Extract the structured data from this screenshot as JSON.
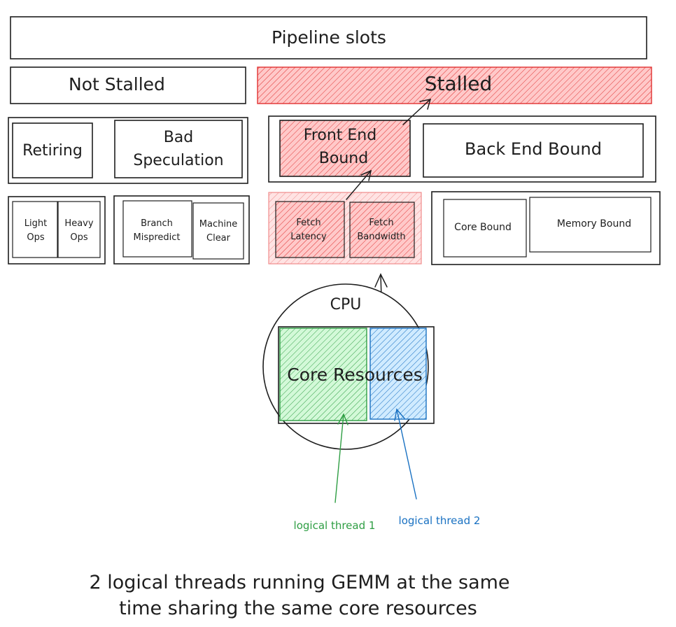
{
  "labels": {
    "pipeline_slots": "Pipeline slots",
    "not_stalled": "Not Stalled",
    "stalled": "Stalled",
    "retiring": "Retiring",
    "bad_speculation": [
      "Bad",
      "Speculation"
    ],
    "front_end_bound": [
      "Front End",
      "Bound"
    ],
    "back_end_bound": "Back End Bound",
    "light_ops": [
      "Light",
      "Ops"
    ],
    "heavy_ops": [
      "Heavy",
      "Ops"
    ],
    "branch_mispredict": [
      "Branch",
      "Mispredict"
    ],
    "machine_clear": [
      "Machine",
      "Clear"
    ],
    "fetch_latency": [
      "Fetch",
      "Latency"
    ],
    "fetch_bandwidth": [
      "Fetch",
      "Bandwidth"
    ],
    "core_bound": "Core Bound",
    "memory_bound": "Memory Bound",
    "cpu": "CPU",
    "core_resources": "Core Resources",
    "logical_thread_1": "logical thread 1",
    "logical_thread_2": "logical thread 2",
    "caption": [
      "2 logical threads running GEMM at the same",
      "time sharing the same core resources"
    ]
  },
  "colors": {
    "stroke": "#1e1e1e",
    "stalled_red": "#e03131",
    "stalled_fill": "#ffc9c9",
    "thread1_green": "#2f9e44",
    "thread2_blue": "#1971c2"
  }
}
